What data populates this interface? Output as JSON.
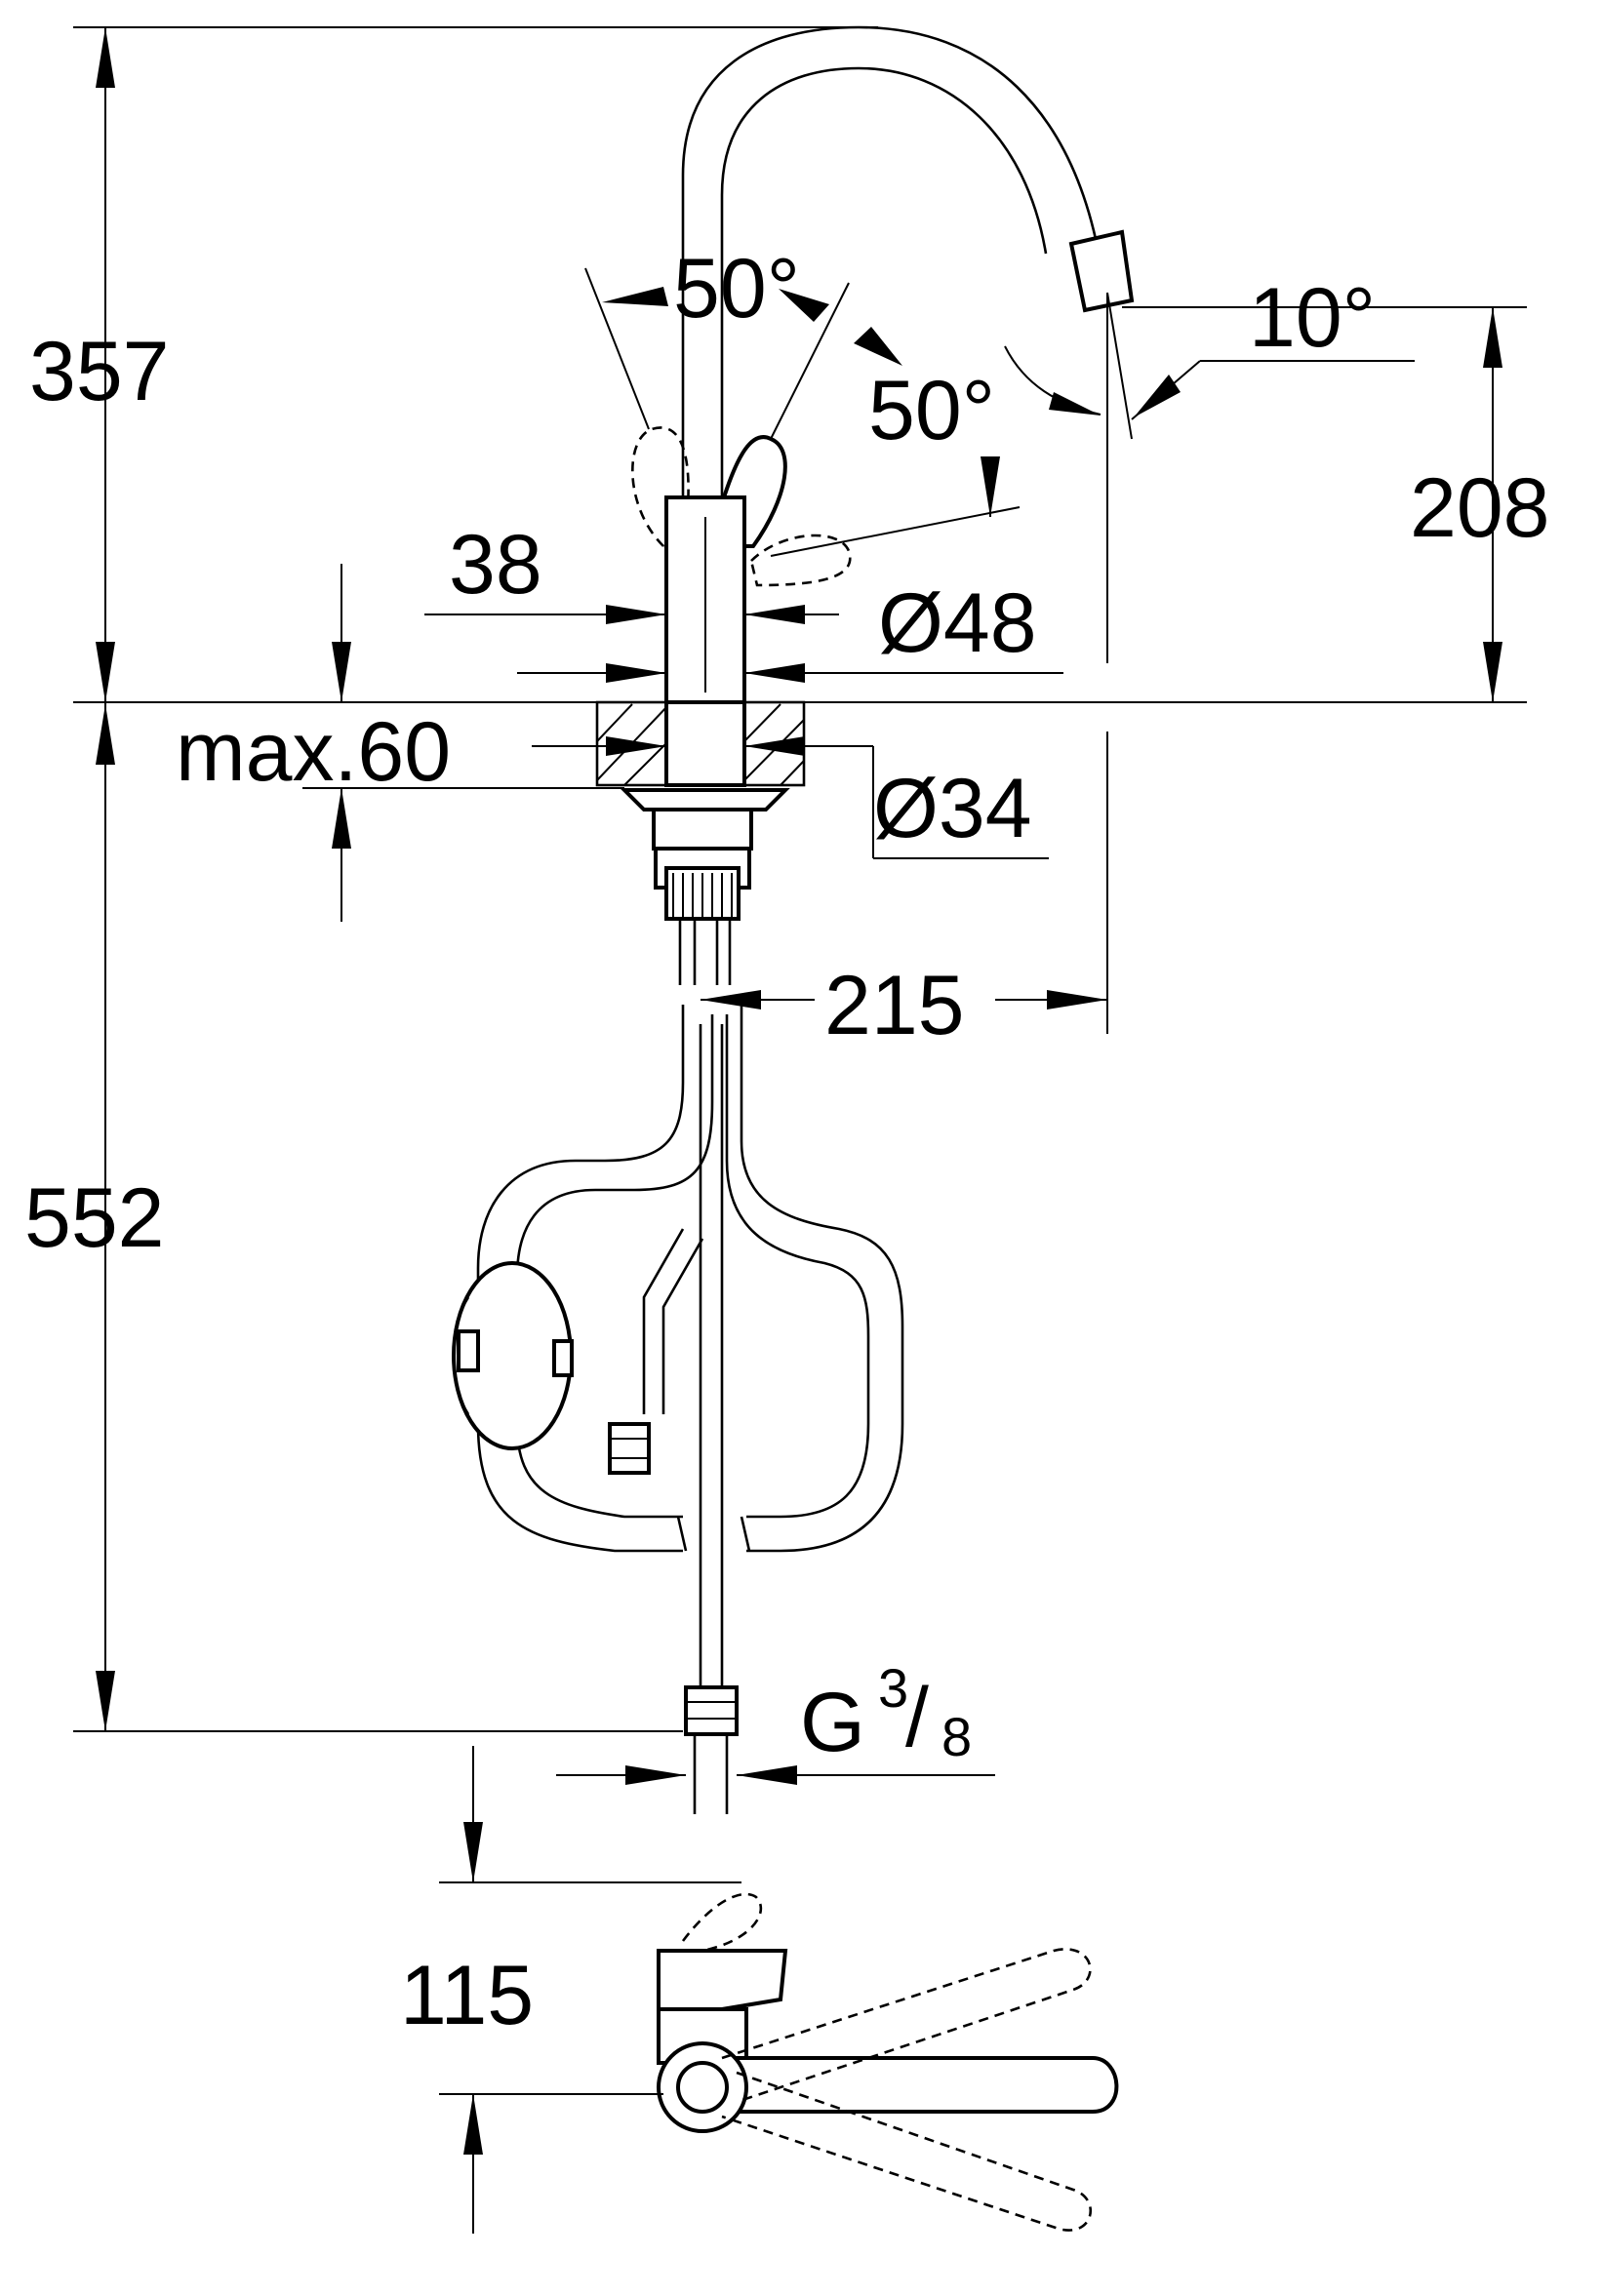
{
  "dimensions": {
    "height_above_deck": "357",
    "spout_outlet_height": "208",
    "below_deck_length": "552",
    "lever_clearance": "38",
    "base_diameter": "Ø48",
    "deck_thickness": "max.60",
    "mounting_hole_diameter": "Ø34",
    "spout_reach": "215",
    "connection_thread": "G",
    "connection_thread_numerator": "3",
    "connection_thread_denominator": "8",
    "lever_height": "115",
    "lever_angle_left": "50°",
    "lever_angle_right": "50°",
    "outlet_tilt": "10°"
  }
}
